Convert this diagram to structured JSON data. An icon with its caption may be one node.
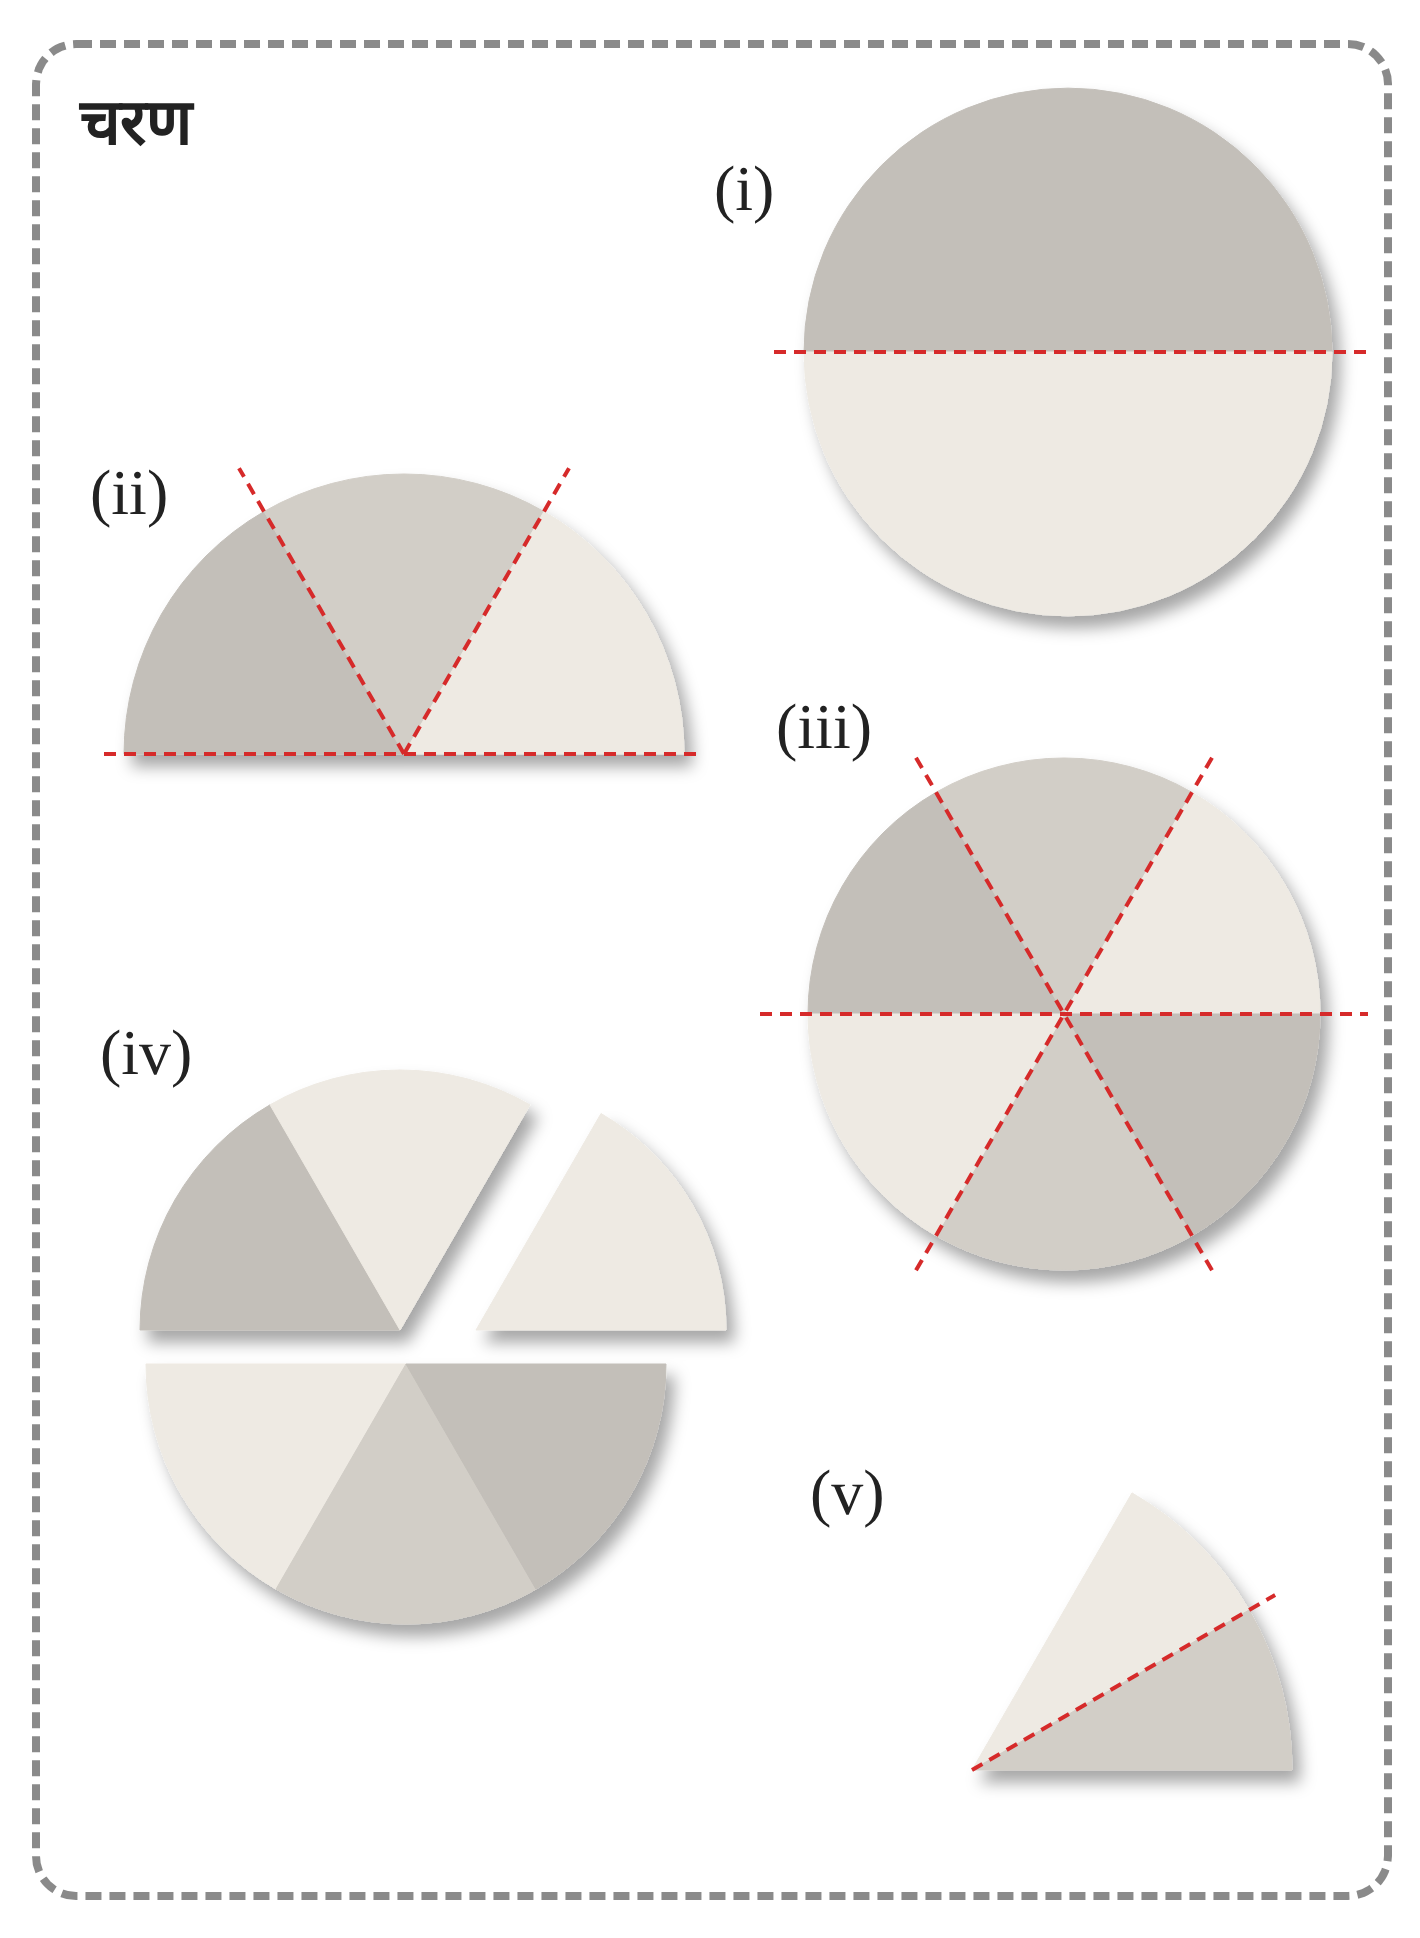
{
  "diagram": {
    "title": "चरण",
    "labels": [
      "(i)",
      "(ii)",
      "(iii)",
      "(iv)",
      "(v)"
    ]
  }
}
